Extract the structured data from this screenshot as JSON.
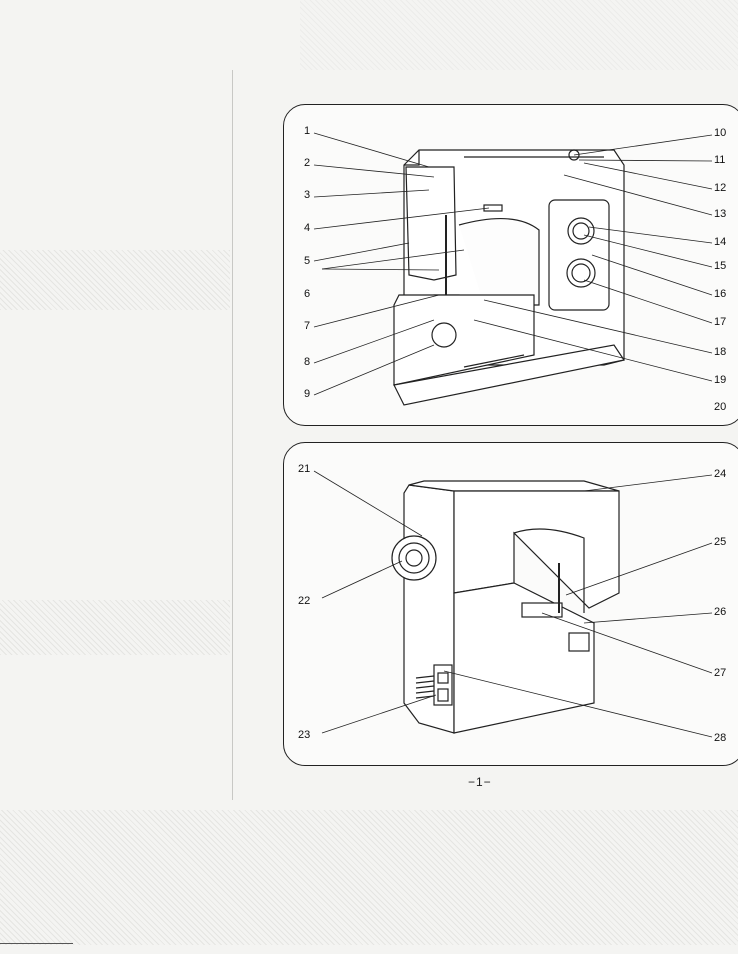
{
  "figure_front": {
    "callouts": [
      "1",
      "2",
      "3",
      "4",
      "5",
      "6",
      "7",
      "8",
      "9",
      "10",
      "11",
      "12",
      "13",
      "14",
      "15",
      "16",
      "17",
      "18",
      "19",
      "20"
    ]
  },
  "figure_rear": {
    "callouts": [
      "21",
      "22",
      "23",
      "24",
      "25",
      "26",
      "27",
      "28"
    ]
  },
  "page_number": "−1−",
  "colors": {
    "ink": "#1a1a1a",
    "paper": "#fbfbfa",
    "scan_bg": "#f4f4f2"
  }
}
